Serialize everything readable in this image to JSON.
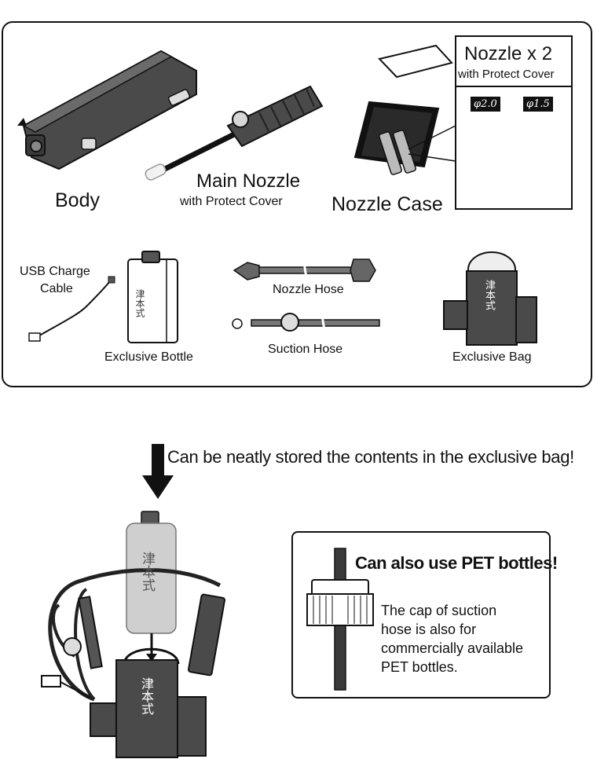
{
  "top_panel": {
    "body_label": "Body",
    "main_nozzle_label": "Main Nozzle",
    "main_nozzle_sub": "with Protect Cover",
    "nozzle_case_label": "Nozzle Case",
    "nozzle_box_title": "Nozzle x 2",
    "nozzle_box_sub": "with Protect Cover",
    "nozzle_sizes": [
      "φ2.0",
      "φ1.5"
    ],
    "usb_cable_label_line1": "USB Charge",
    "usb_cable_label_line2": "Cable",
    "bottle_label": "Exclusive Bottle",
    "nozzle_hose_label": "Nozzle Hose",
    "suction_hose_label": "Suction Hose",
    "bag_label": "Exclusive Bag",
    "brand_glyphs": "津本式"
  },
  "storage_caption": "Can be neatly stored the contents in the exclusive bag!",
  "callout": {
    "heading": "Can also use PET bottles!",
    "text_lines": [
      "The cap of suction",
      "hose is also for",
      "commercially available",
      "PET bottles."
    ]
  },
  "colors": {
    "device_dark": "#4a4a4a",
    "outline": "#111111",
    "bottle_grey": "#cfcfcf"
  }
}
